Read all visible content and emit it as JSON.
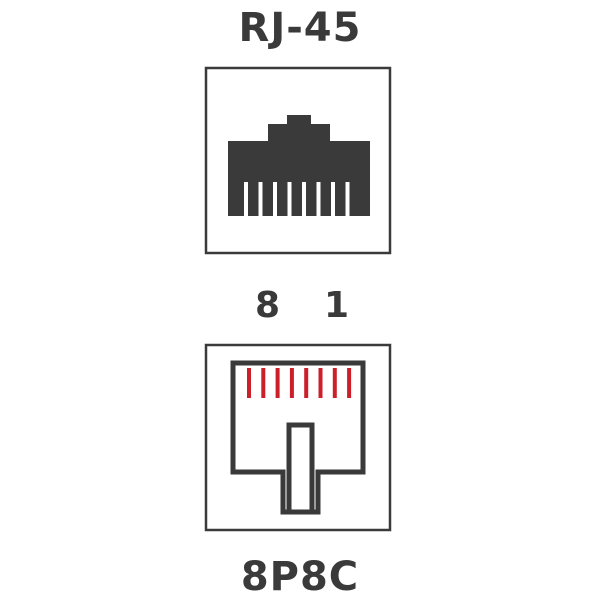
{
  "labels": {
    "top_title": "RJ-45",
    "bottom_title": "8P8C",
    "pin_left": "8",
    "pin_right": "1"
  },
  "colors": {
    "stroke": "#3a3a3a",
    "fill": "#3a3a3a",
    "pins": "#cc1f2a",
    "background": "#ffffff"
  },
  "diagram": {
    "plug_pin_count": 8,
    "jack_pin_count": 8
  }
}
